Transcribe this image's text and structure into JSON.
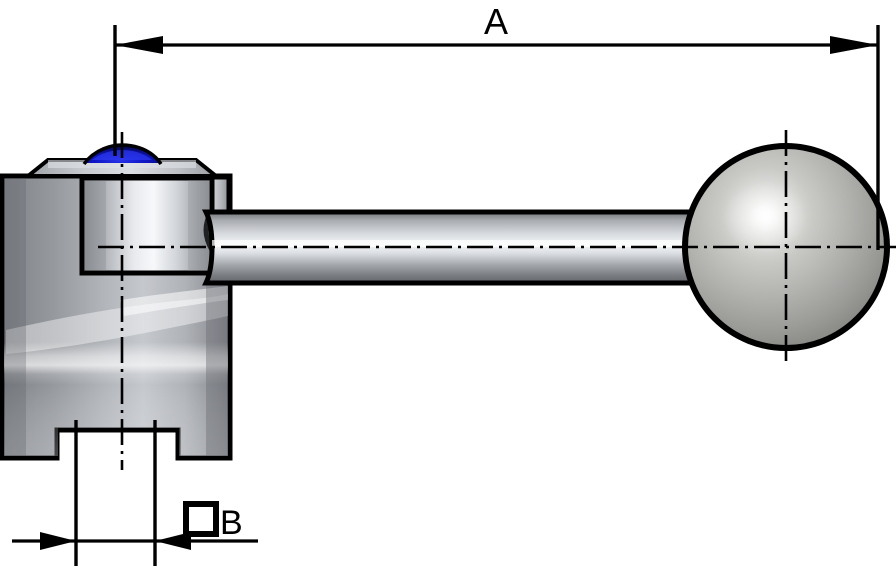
{
  "drawing": {
    "title": "Clamping lever technical drawing",
    "background_color": "#ffffff",
    "line_color": "#000000",
    "dimensions": {
      "overall_label": "A",
      "width_label": "B",
      "width_label_prefix": "□",
      "width_label_full": "□B"
    },
    "annotations": {
      "dimension_a_name": "overall-length-A",
      "dimension_b_name": "square-width-B"
    },
    "parts": {
      "ball_knob": "ball-knob",
      "lever_shaft": "lever-shaft",
      "hub": "lever-hub",
      "body_block": "lever-body-block",
      "blue_cap": "blue-cap",
      "bottom_notch": "bottom-notch"
    },
    "colors": {
      "metal_light": "#f2f4f6",
      "metal_mid": "#b9bcc2",
      "metal_dark": "#5f6266",
      "metal_darker": "#3c3f44",
      "blue_cap": "#0a12b8",
      "blue_cap_dark": "#05084f",
      "outline": "#000000"
    }
  }
}
